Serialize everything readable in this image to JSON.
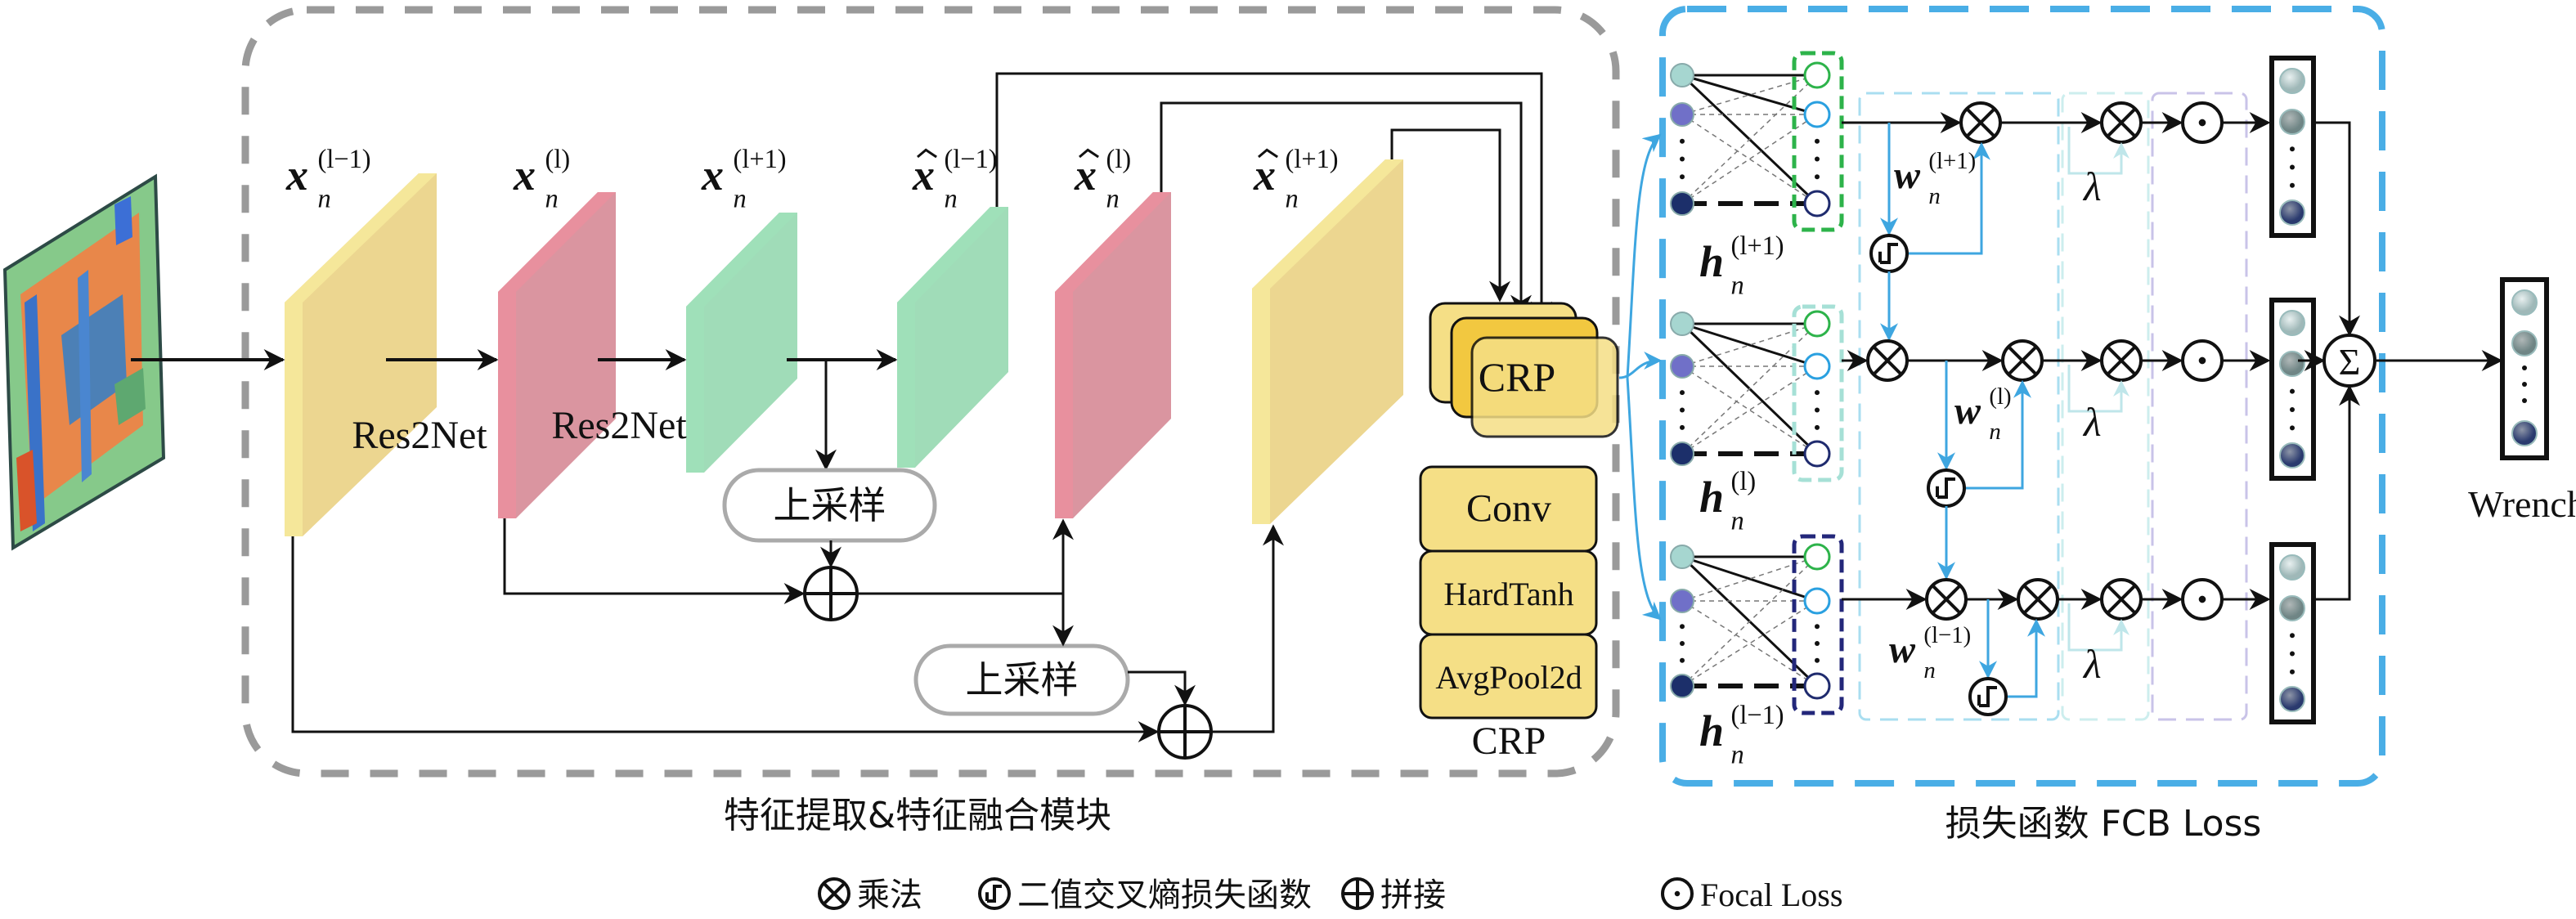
{
  "feature_module": {
    "caption": "特征提取&特征融合模块",
    "res2net_labels": [
      "Res2Net",
      "Res2Net"
    ],
    "upsample_labels": [
      "上采样",
      "上采样"
    ],
    "crp_block": "CRP",
    "crp_layers": [
      "Conv",
      "HardTanh",
      "AvgPool2d"
    ],
    "crp_caption": "CRP",
    "feature_labels": [
      {
        "base": "x",
        "sub": "n",
        "sup": "(l−1)",
        "hat": false
      },
      {
        "base": "x",
        "sub": "n",
        "sup": "(l)",
        "hat": false
      },
      {
        "base": "x",
        "sub": "n",
        "sup": "(l+1)",
        "hat": false
      },
      {
        "base": "x",
        "sub": "n",
        "sup": "(l−1)",
        "hat": true
      },
      {
        "base": "x",
        "sub": "n",
        "sup": "(l)",
        "hat": true
      },
      {
        "base": "x",
        "sub": "n",
        "sup": "(l+1)",
        "hat": true
      }
    ]
  },
  "loss_module": {
    "caption": "损失函数 FCB Loss",
    "h_labels": [
      {
        "base": "h",
        "sub": "n",
        "sup": "(l+1)"
      },
      {
        "base": "h",
        "sub": "n",
        "sup": "(l)"
      },
      {
        "base": "h",
        "sub": "n",
        "sup": "(l−1)"
      }
    ],
    "w_labels": [
      {
        "base": "w",
        "sub": "n",
        "sup": "(l+1)"
      },
      {
        "base": "w",
        "sub": "n",
        "sup": "(l)"
      },
      {
        "base": "w",
        "sub": "n",
        "sup": "(l−1)"
      }
    ],
    "lambda": "λ",
    "sum_symbol": "Σ",
    "output_label": "Wrench"
  },
  "legend": [
    {
      "icon": "multiply-icon",
      "label": "乘法"
    },
    {
      "icon": "step-function-icon",
      "label": "二值交叉熵损失函数"
    },
    {
      "icon": "concat-plus-icon",
      "label": "拼接"
    },
    {
      "icon": "focal-dot-icon",
      "label": "Focal Loss"
    }
  ],
  "colors": {
    "yellow_layer": "#ecd690",
    "red_layer": "#da95a0",
    "green_layer": "#a0dcb8",
    "crp_fill": "#f5df86",
    "feature_box_border": "#9a9a9a",
    "loss_box_border": "#4aaee6",
    "blue_arrow": "#3ea6e0"
  }
}
